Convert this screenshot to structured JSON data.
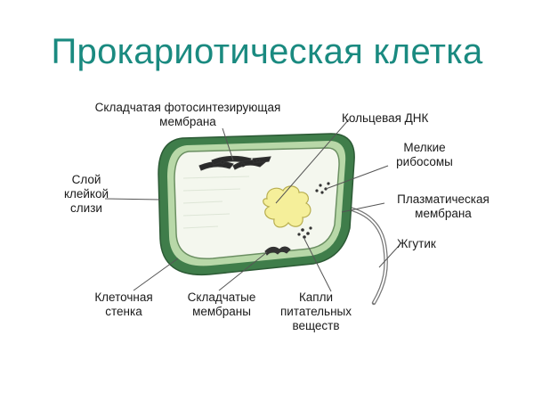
{
  "title": "Прокариотическая клетка",
  "labels": {
    "photo_membrane": [
      "Складчатая фотосинтезирующая",
      "мембрана"
    ],
    "ring_dna": "Кольцевая ДНК",
    "small_ribosomes": [
      "Мелкие",
      "рибосомы"
    ],
    "slime_layer": [
      "Слой",
      "клейкой",
      "слизи"
    ],
    "plasma_membrane": [
      "Плазматическая",
      "мембрана"
    ],
    "flagellum": "Жгутик",
    "cell_wall": [
      "Клеточная",
      "стенка"
    ],
    "folded_membranes": [
      "Складчатые",
      "мембраны"
    ],
    "nutrient_drops": [
      "Капли",
      "питательных",
      "веществ"
    ]
  },
  "colors": {
    "title": "#1a8a80",
    "capsule": "#3f7d4a",
    "wall": "#b8d8a8",
    "cytoplasm": "#f4f7ee",
    "dna": "#f5ef9a"
  }
}
